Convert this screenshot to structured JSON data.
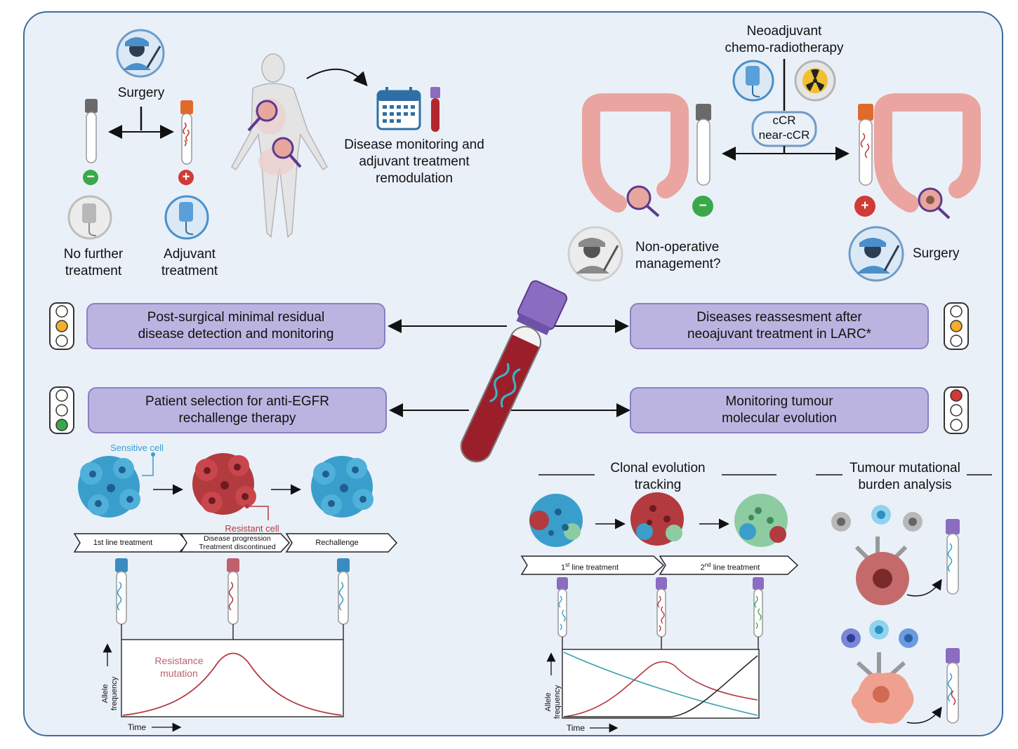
{
  "colors": {
    "panel_bg": "#eaf0f8",
    "panel_border": "#3d6e9e",
    "box_fill": "#bcb4e0",
    "box_border": "#8a7fc2",
    "sensitive_cell": "#3a9ecc",
    "resistant_cell": "#b33a3f",
    "light_green": "#f0c030",
    "traffic_green": "#3aa84a",
    "traffic_red": "#d23a36",
    "traffic_amber": "#f4ae2c"
  },
  "surgery_branch": {
    "surgery_label": "Surgery",
    "negative_sign": "−",
    "positive_sign": "+",
    "no_further_line1": "No further",
    "no_further_line2": "treatment",
    "adjuvant_line1": "Adjuvant",
    "adjuvant_line2": "treatment"
  },
  "monitoring": {
    "line1": "Disease monitoring and",
    "line2": "adjuvant treatment",
    "line3": "remodulation"
  },
  "neoadjuvant": {
    "title_line1": "Neoadjuvant",
    "title_line2": "chemo-radiotherapy",
    "response_line1": "cCR",
    "response_line2": "near-cCR",
    "negative_sign": "−",
    "positive_sign": "+",
    "non_operative_line1": "Non-operative",
    "non_operative_line2": "management?",
    "surgery_label": "Surgery"
  },
  "boxes": {
    "mrd_line1": "Post-surgical minimal residual",
    "mrd_line2": "disease detection and monitoring",
    "reassess_line1": "Diseases reassesment after",
    "reassess_line2": "neoajuvant treatment in LARC*",
    "egfr_line1": "Patient selection for anti-EGFR",
    "egfr_line2": "rechallenge therapy",
    "molecular_line1": "Monitoring tumour",
    "molecular_line2": "molecular evolution"
  },
  "traffic_lights": {
    "mrd": "amber",
    "reassess": "amber",
    "egfr": "green",
    "molecular": "red"
  },
  "rechallenge": {
    "sensitive_label": "Sensitive cell",
    "resistant_label": "Resistant cell",
    "step1": "1st line treatment",
    "step2_line1": "Disease progression",
    "step2_line2": "Treatment discontinued",
    "step3": "Rechallenge",
    "curve_label_line1": "Resistance",
    "curve_label_line2": "mutation",
    "y_axis_line1": "Allele",
    "y_axis_line2": "frequency",
    "x_axis": "Time"
  },
  "clonal": {
    "title_line1": "Clonal evolution",
    "title_line2": "tracking",
    "step1_num": "1",
    "step1_sup": "st",
    "step1_rest": " line treatment",
    "step2_num": "2",
    "step2_sup": "nd",
    "step2_rest": " line treatment",
    "y_axis_line1": "Allele",
    "y_axis_line2": "frequency",
    "x_axis": "Time"
  },
  "tmb": {
    "title_line1": "Tumour mutational",
    "title_line2": "burden analysis"
  }
}
